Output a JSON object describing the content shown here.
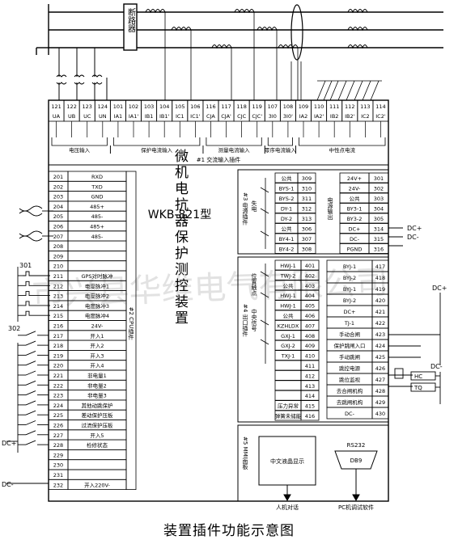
{
  "caption": "装置插件功能示意图",
  "device_model": "WKB-821型",
  "device_name": "微机电抗器保护测控装置",
  "breaker_label": "断路器",
  "watermark": "市兴县华维电气有限公司",
  "top_terminals": [
    {
      "num": "121",
      "sig": "UA"
    },
    {
      "num": "122",
      "sig": "UB"
    },
    {
      "num": "123",
      "sig": "UC"
    },
    {
      "num": "124",
      "sig": "UN"
    },
    {
      "num": "101",
      "sig": "IA1"
    },
    {
      "num": "102",
      "sig": "IA1'"
    },
    {
      "num": "103",
      "sig": "IB1"
    },
    {
      "num": "104",
      "sig": "IB1'"
    },
    {
      "num": "105",
      "sig": "IC1"
    },
    {
      "num": "106",
      "sig": "IC1'"
    },
    {
      "num": "116",
      "sig": "CJA"
    },
    {
      "num": "117",
      "sig": "CJA'"
    },
    {
      "num": "118",
      "sig": "CJC"
    },
    {
      "num": "119",
      "sig": "CJC'"
    },
    {
      "num": "107",
      "sig": "3I0"
    },
    {
      "num": "108",
      "sig": "3I0'"
    },
    {
      "num": "109",
      "sig": "IA2"
    },
    {
      "num": "110",
      "sig": "IA2'"
    },
    {
      "num": "111",
      "sig": "IB2"
    },
    {
      "num": "112",
      "sig": "IB2'"
    },
    {
      "num": "113",
      "sig": "IC2"
    },
    {
      "num": "114",
      "sig": "IC2'"
    }
  ],
  "top_groups": [
    "电压输入",
    "保护电流输入",
    "测量电流输入",
    "零序电流输入",
    "中性点电流"
  ],
  "ac_plugin_label": "#1 交流输入插件",
  "left_terminals": [
    {
      "num": "201",
      "sig": "RXD"
    },
    {
      "num": "202",
      "sig": "TXD"
    },
    {
      "num": "203",
      "sig": "GND"
    },
    {
      "num": "204",
      "sig": "485+"
    },
    {
      "num": "205",
      "sig": "485-"
    },
    {
      "num": "206",
      "sig": "485+"
    },
    {
      "num": "207",
      "sig": "485-"
    },
    {
      "num": "208",
      "sig": ""
    },
    {
      "num": "209",
      "sig": ""
    },
    {
      "num": "210",
      "sig": ""
    },
    {
      "num": "211",
      "sig": "GPS对时脉冲"
    },
    {
      "num": "212",
      "sig": "电度脉冲1"
    },
    {
      "num": "213",
      "sig": "电度脉冲2"
    },
    {
      "num": "214",
      "sig": "电度脉冲3"
    },
    {
      "num": "215",
      "sig": "电度脉冲4"
    },
    {
      "num": "216",
      "sig": "24V-"
    },
    {
      "num": "217",
      "sig": "开入1"
    },
    {
      "num": "218",
      "sig": "开入2"
    },
    {
      "num": "219",
      "sig": "开入3"
    },
    {
      "num": "220",
      "sig": "开入4"
    },
    {
      "num": "221",
      "sig": "非电量1"
    },
    {
      "num": "222",
      "sig": "非电量2"
    },
    {
      "num": "223",
      "sig": "非电量3"
    },
    {
      "num": "224",
      "sig": "其他动跳保护"
    },
    {
      "num": "225",
      "sig": "差动保护压板"
    },
    {
      "num": "226",
      "sig": "过流保护压板"
    },
    {
      "num": "227",
      "sig": "开入5"
    },
    {
      "num": "228",
      "sig": "检修状态"
    },
    {
      "num": "229",
      "sig": ""
    },
    {
      "num": "230",
      "sig": ""
    },
    {
      "num": "231",
      "sig": ""
    },
    {
      "num": "232",
      "sig": "开入220V-"
    }
  ],
  "cpu_plugin_label": "#2 CPU插件",
  "power_terminals": [
    {
      "num": "309",
      "sig": "公共"
    },
    {
      "num": "310",
      "sig": "BYS-1"
    },
    {
      "num": "311",
      "sig": "BYS-2"
    },
    {
      "num": "312",
      "sig": "DY-1"
    },
    {
      "num": "313",
      "sig": "DY-2"
    },
    {
      "num": "306",
      "sig": "公共"
    },
    {
      "num": "307",
      "sig": "BY4-1"
    },
    {
      "num": "308",
      "sig": "BY4-2"
    }
  ],
  "power_right_terminals": [
    {
      "num": "301",
      "sig": "24V+"
    },
    {
      "num": "302",
      "sig": "24V-"
    },
    {
      "num": "303",
      "sig": "公共"
    },
    {
      "num": "304",
      "sig": "BY3-1"
    },
    {
      "num": "305",
      "sig": "BY3-2"
    },
    {
      "num": "314",
      "sig": "DC+"
    },
    {
      "num": "315",
      "sig": "DC-"
    },
    {
      "num": "316",
      "sig": "PGND"
    }
  ],
  "power_plugin_label": "#3 电源插件",
  "power_side_label": "失电",
  "power_side_label2": "电源输出",
  "out_terminals": [
    {
      "num": "401",
      "sig": "HWJ-1"
    },
    {
      "num": "402",
      "sig": "TWJ-2"
    },
    {
      "num": "403",
      "sig": "公共"
    },
    {
      "num": "404",
      "sig": "HWJ-1"
    },
    {
      "num": "405",
      "sig": "HWJ-1"
    },
    {
      "num": "406",
      "sig": "公共"
    },
    {
      "num": "407",
      "sig": "KZHLDX"
    },
    {
      "num": "408",
      "sig": "GXJ-1"
    },
    {
      "num": "409",
      "sig": "GXJ-2"
    },
    {
      "num": "410",
      "sig": "TXJ-1"
    },
    {
      "num": "411",
      "sig": ""
    },
    {
      "num": "412",
      "sig": ""
    },
    {
      "num": "413",
      "sig": ""
    },
    {
      "num": "414",
      "sig": ""
    },
    {
      "num": "415",
      "sig": "压力异常"
    },
    {
      "num": "416",
      "sig": "弹簧未储能"
    }
  ],
  "out_right_terminals": [
    {
      "num": "417",
      "sig": "BYJ-1"
    },
    {
      "num": "418",
      "sig": "BYJ-2"
    },
    {
      "num": "419",
      "sig": "BYJ-1"
    },
    {
      "num": "420",
      "sig": "BYJ-2"
    },
    {
      "num": "421",
      "sig": "DC+"
    },
    {
      "num": "422",
      "sig": "TJ-1"
    },
    {
      "num": "423",
      "sig": "手动合闸"
    },
    {
      "num": "424",
      "sig": "保护跳闸入口"
    },
    {
      "num": "425",
      "sig": "手动跳闸"
    },
    {
      "num": "426",
      "sig": "跳控电源"
    },
    {
      "num": "427",
      "sig": "跳位监视"
    },
    {
      "num": "428",
      "sig": "去合闸机构"
    },
    {
      "num": "429",
      "sig": "去跳闸机构"
    },
    {
      "num": "430",
      "sig": "DC-"
    }
  ],
  "out_plugin_label": "#4 出口插件",
  "out_side_label1": "位置触点",
  "out_side_label2": "中央信号",
  "mmi_plugin_label": "#5 MMI面板",
  "lcd_label": "中文液晶显示",
  "rs232_label": "RS232",
  "db9_label": "DB9",
  "hmi_label": "人机对话",
  "pc_label": "PC机调试软件",
  "ext_labels": {
    "dc_plus": "DC+",
    "dc_minus": "DC-",
    "n301": "301",
    "n302": "302",
    "hc": "HC",
    "tq": "TQ",
    "star": "*"
  }
}
